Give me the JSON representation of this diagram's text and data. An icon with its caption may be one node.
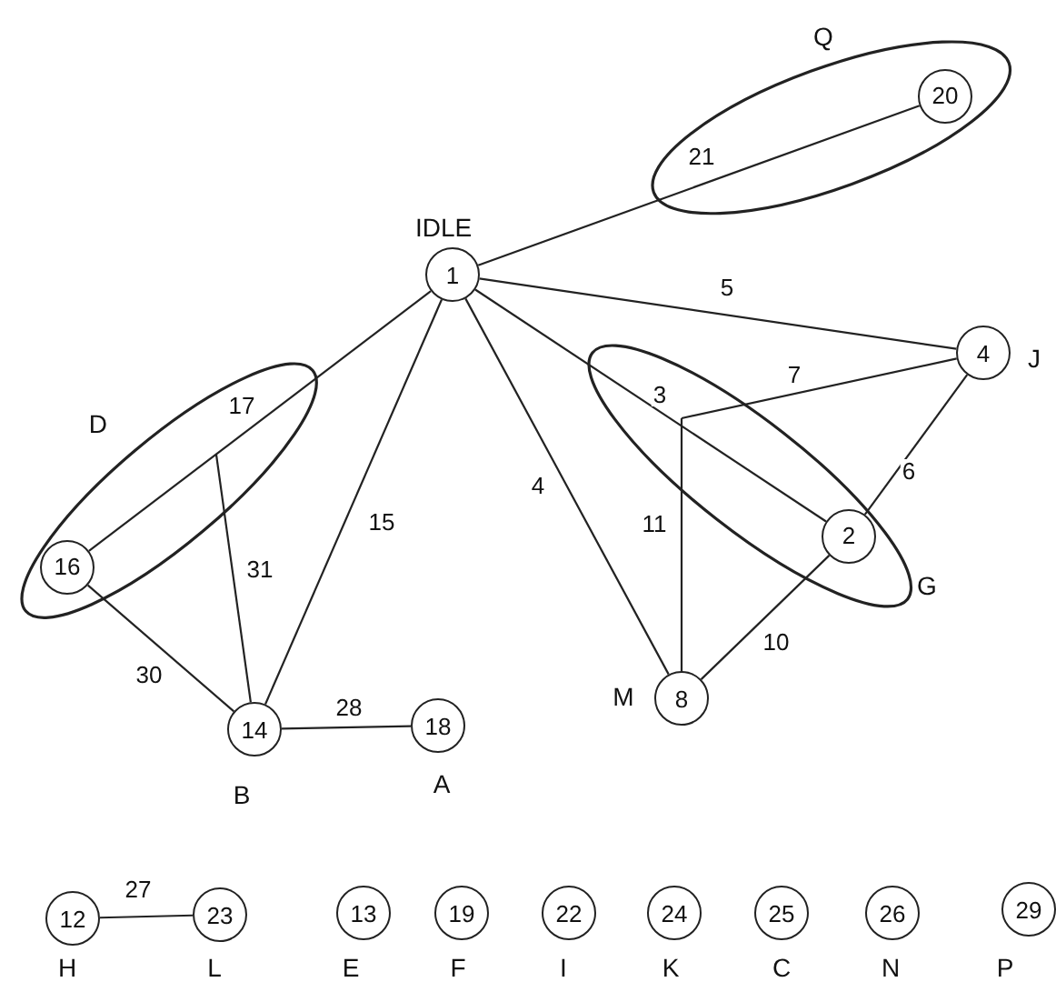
{
  "diagram": {
    "nodes": [
      {
        "text": [
          "Q"
        ]
      },
      {
        "text": [
          "20"
        ],
        "in": 0
      },
      {
        "text": [
          "1"
        ],
        "beside": [
          "IDLE"
        ]
      },
      {
        "text": [
          "4"
        ],
        "beside": [
          "J"
        ]
      },
      {
        "text": [
          "G"
        ]
      },
      {
        "text": [
          "2"
        ],
        "in": 4
      },
      {
        "text": [
          "D"
        ]
      },
      {
        "text": [
          "16"
        ],
        "in": 6
      },
      {
        "text": [
          "8"
        ],
        "beside": [
          "M"
        ]
      },
      {
        "text": [
          "14"
        ],
        "beside": [
          "B"
        ]
      },
      {
        "text": [
          "18"
        ],
        "beside": [
          "A"
        ]
      },
      {
        "text": [
          "12"
        ],
        "beside": [
          "H"
        ]
      },
      {
        "text": [
          "23"
        ],
        "beside": [
          "L"
        ]
      },
      {
        "text": [
          "13"
        ],
        "beside": [
          "E"
        ]
      },
      {
        "text": [
          "19"
        ],
        "beside": [
          "F"
        ]
      },
      {
        "text": [
          "22"
        ],
        "beside": [
          "I"
        ]
      },
      {
        "text": [
          "24"
        ],
        "beside": [
          "K"
        ]
      },
      {
        "text": [
          "25"
        ],
        "beside": [
          "C"
        ]
      },
      {
        "text": [
          "26"
        ],
        "beside": [
          "N"
        ]
      },
      {
        "text": [
          "29"
        ],
        "beside": [
          "P"
        ]
      }
    ],
    "edges": [
      {
        "from": 2,
        "to": 1,
        "arrow": "none",
        "label": "21"
      },
      {
        "from": 2,
        "to": 3,
        "arrow": "none",
        "label": "5"
      },
      {
        "from": 2,
        "to": 7,
        "arrow": "none",
        "label": "17"
      },
      {
        "from": 2,
        "to": 9,
        "arrow": "none",
        "label": "15"
      },
      {
        "from": 2,
        "to": 8,
        "arrow": "none",
        "label": "4"
      },
      {
        "from": 2,
        "to": 5,
        "arrow": "none",
        "label": "3"
      },
      {
        "from": 3,
        "to": 4,
        "arrow": "none",
        "label": "7"
      },
      {
        "from": 3,
        "to": 5,
        "arrow": "none",
        "label": "6"
      },
      {
        "from": 4,
        "to": 8,
        "arrow": "none",
        "label": "11"
      },
      {
        "from": 5,
        "to": 8,
        "arrow": "none",
        "label": "10"
      },
      {
        "from": 6,
        "to": 9,
        "arrow": "none",
        "label": "31"
      },
      {
        "from": 7,
        "to": 9,
        "arrow": "none",
        "label": "30"
      },
      {
        "from": 9,
        "to": 10,
        "arrow": "none",
        "label": "28"
      },
      {
        "from": 11,
        "to": 12,
        "arrow": "none",
        "label": "27"
      }
    ]
  }
}
